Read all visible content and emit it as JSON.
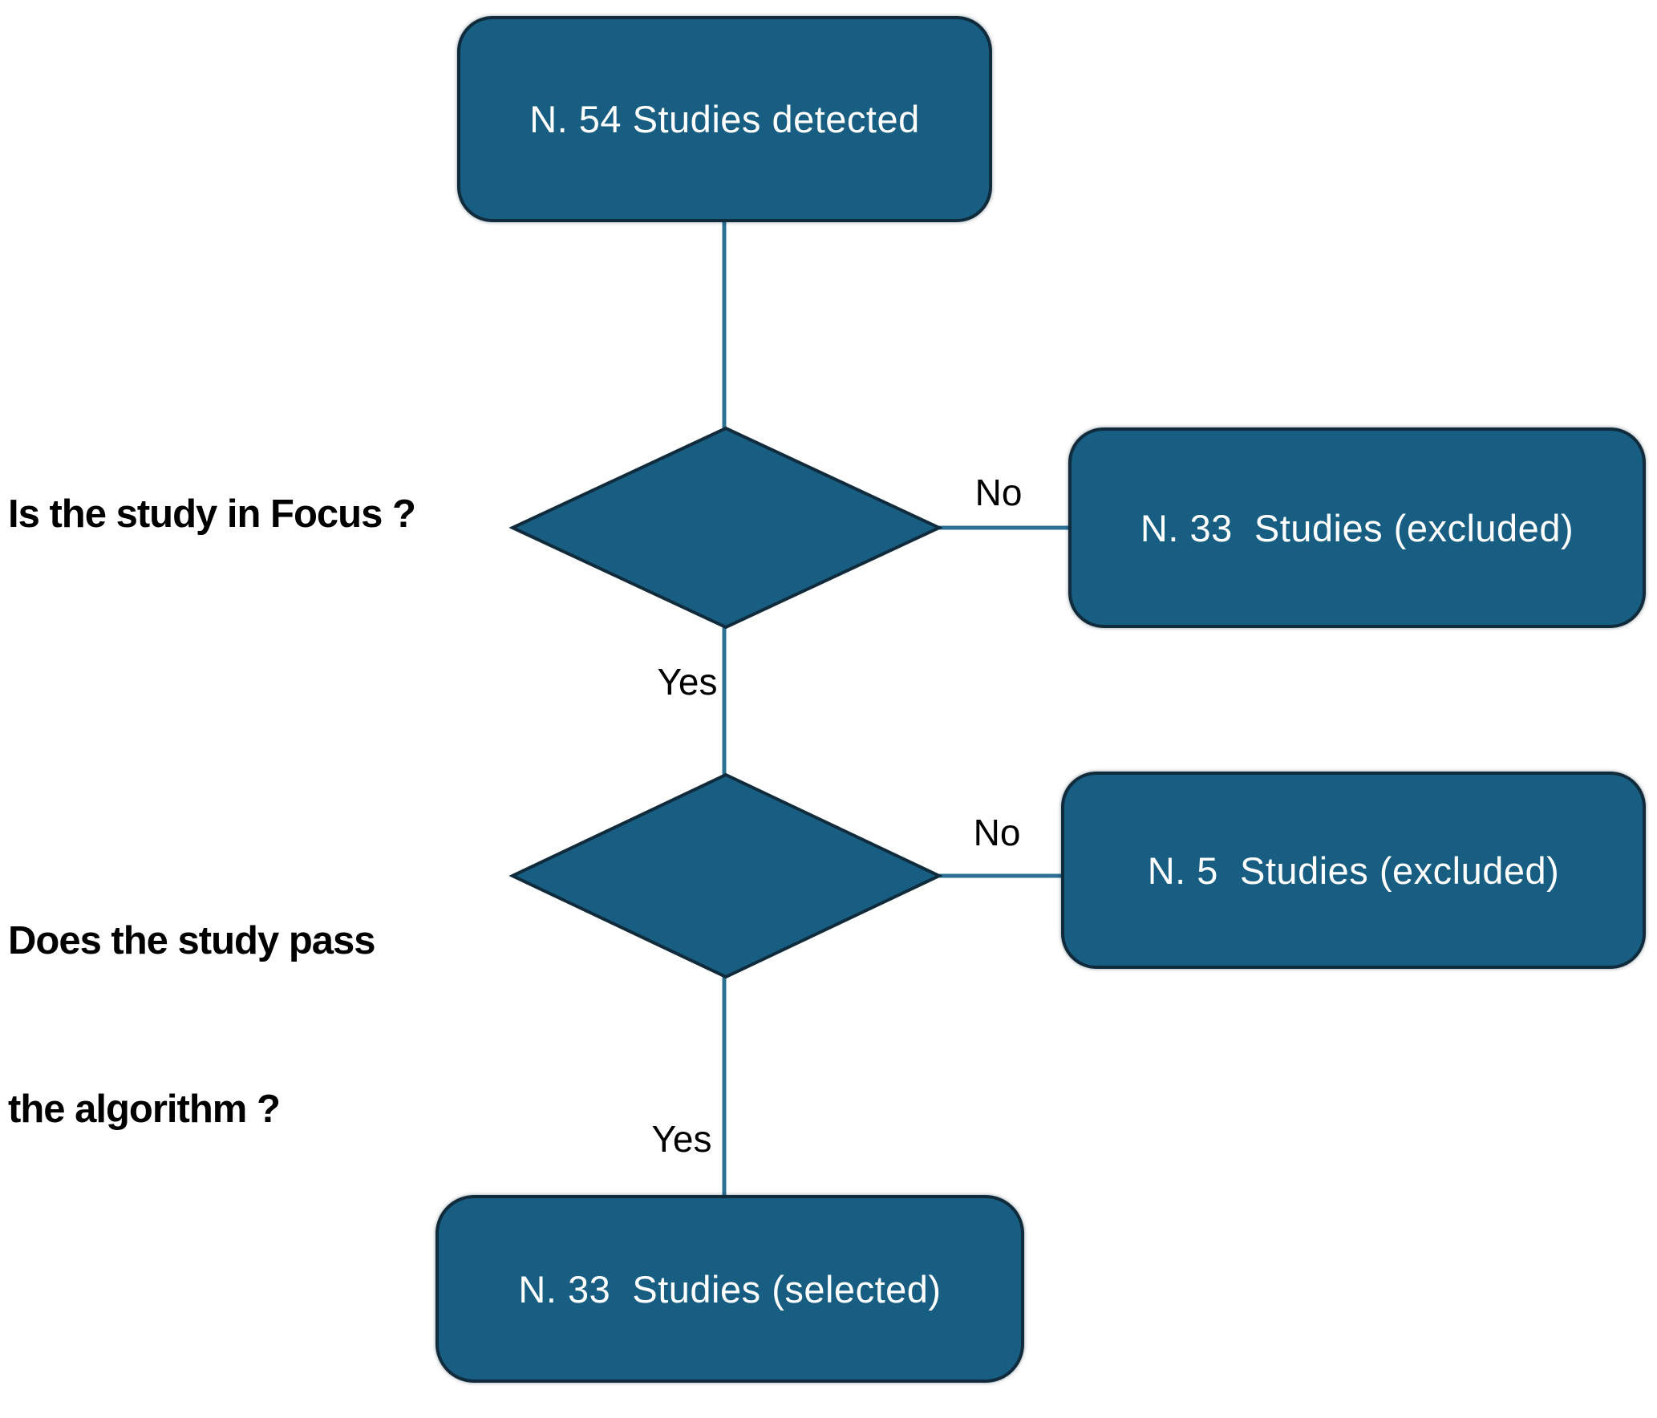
{
  "flowchart": {
    "nodes": {
      "start": "N. 54 Studies detected",
      "excluded_focus": "N. 33  Studies (excluded)",
      "excluded_algorithm": "N. 5  Studies (excluded)",
      "selected": "N. 33  Studies (selected)"
    },
    "questions": {
      "focus": "Is the study in Focus ?",
      "algorithm_line1": "Does the study pass",
      "algorithm_line2": "the algorithm ?"
    },
    "edge_labels": {
      "no1": "No",
      "yes1": "Yes",
      "no2": "No",
      "yes2": "Yes"
    },
    "colors": {
      "node_fill": "#175E82",
      "node_border": "#102B3C",
      "connector": "#2C7093",
      "node_text": "#FFFFFF",
      "label_text": "#000000",
      "background": "#FFFFFF"
    }
  }
}
